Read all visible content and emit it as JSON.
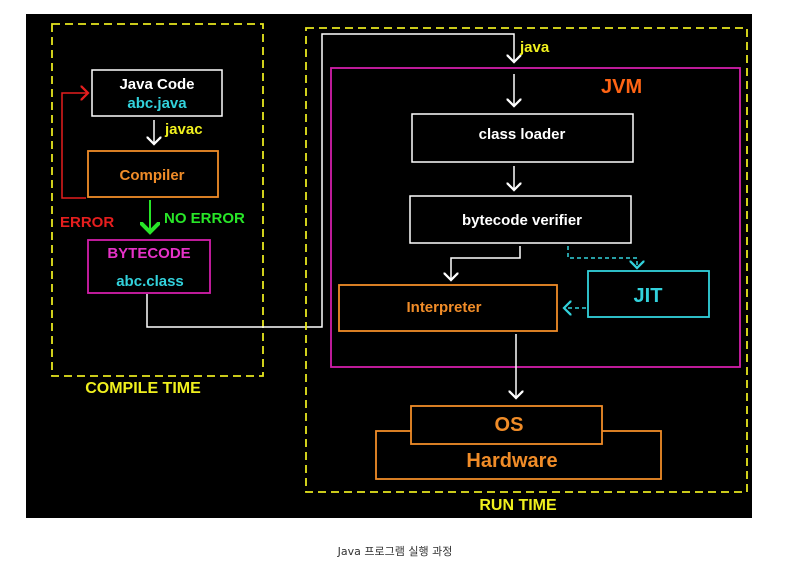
{
  "diagram": {
    "compile_time": {
      "label": "COMPILE TIME",
      "java_code_title": "Java Code",
      "java_code_file": "abc.java",
      "javac": "javac",
      "compiler": "Compiler",
      "error": "ERROR",
      "no_error": "NO ERROR",
      "bytecode_title": "BYTECODE",
      "bytecode_file": "abc.class"
    },
    "run_time": {
      "label": "RUN TIME",
      "java": "java",
      "jvm": "JVM",
      "class_loader": "class loader",
      "bytecode_verifier": "bytecode verifier",
      "interpreter": "Interpreter",
      "jit": "JIT",
      "os": "OS",
      "hardware": "Hardware"
    },
    "colors": {
      "background": "#000000",
      "white": "#ffffff",
      "yellow": "#e6e61e",
      "label_yellow": "#f0f01e",
      "orange": "#f08c28",
      "cyan": "#32d2dc",
      "magenta": "#d21eaa",
      "magenta_text": "#e632c8",
      "red": "#e61e1e",
      "green": "#28e628",
      "jvm_orange": "#ff6414"
    }
  },
  "caption": "Java 프로그램 실행 과정"
}
